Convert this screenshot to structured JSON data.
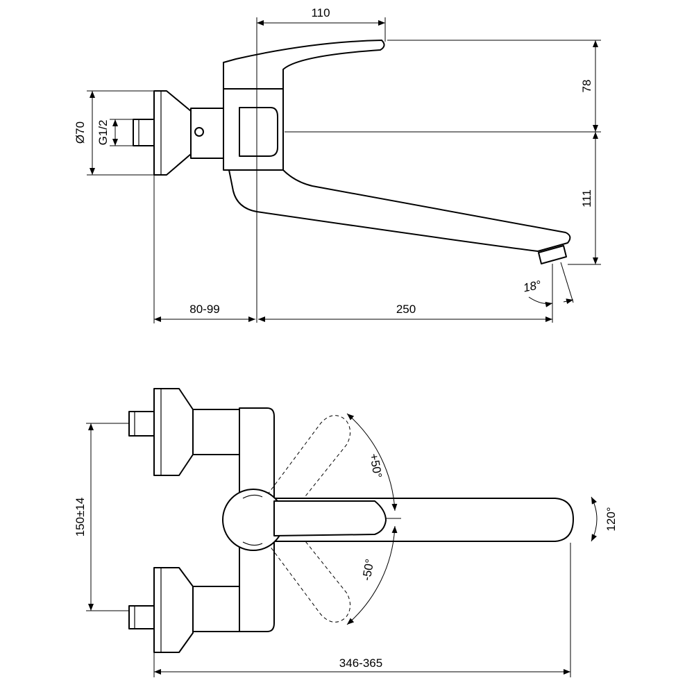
{
  "side_view": {
    "dim_lever_reach": "110",
    "dim_lever_height": "78",
    "dim_spout_drop": "111",
    "dim_flange_diameter": "Ø70",
    "dim_thread": "G1/2",
    "dim_spout_angle": "18°",
    "dim_wall_offset": "80-99",
    "dim_spout_reach": "250"
  },
  "top_view": {
    "dim_centres": "150±14",
    "dim_lever_plus": "+50°",
    "dim_lever_minus": "-50°",
    "dim_spout_swivel": "120°",
    "dim_overall": "346-365"
  }
}
